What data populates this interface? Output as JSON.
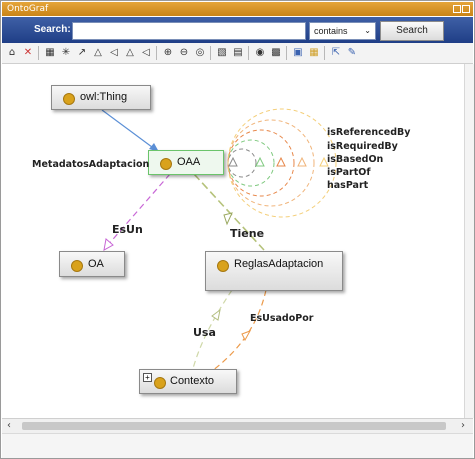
{
  "window": {
    "title": "OntoGraf"
  },
  "search": {
    "label": "Search:",
    "value": "",
    "placeholder": "",
    "mode": "contains",
    "button_label": "Search"
  },
  "toolbar": {
    "icons": [
      "home-icon",
      "remove-node-icon",
      "grid-layout-icon",
      "radial-layout-icon",
      "spring-layout-icon",
      "tree-down-layout-icon",
      "tree-left-layout-icon",
      "horizontal-tree-icon",
      "vertical-tree-icon",
      "zoom-in-icon",
      "zoom-out-icon",
      "zoom-fit-icon",
      "filter-icon",
      "arc-types-icon",
      "camera-icon",
      "node-tooltip-icon",
      "save-icon",
      "open-icon",
      "export-icon",
      "configure-icon"
    ]
  },
  "graph": {
    "nodes": {
      "owl_thing": "owl:Thing",
      "oaa": "OAA",
      "oa": "OA",
      "reglas": "ReglasAdaptacion",
      "contexto": "Contexto"
    },
    "edge_labels": {
      "metadatos": "MetadatosAdaptacion",
      "esun": "EsUn",
      "tiene": "Tiene",
      "usa": "Usa",
      "esusadopor": "EsUsadoPor",
      "self_loops": [
        "isReferencedBy",
        "isRequiredBy",
        "isBasedOn",
        "isPartOf",
        "hasPart"
      ]
    },
    "colors": {
      "node_dot": "#d9a21c",
      "subclass_edge": "#5b8fd6",
      "esun_edge": "#c867d6",
      "tiene_edge": "#b5c27a",
      "usa_edge": "#cfd8a8",
      "esusadopor_edge": "#ec9a4a"
    }
  }
}
